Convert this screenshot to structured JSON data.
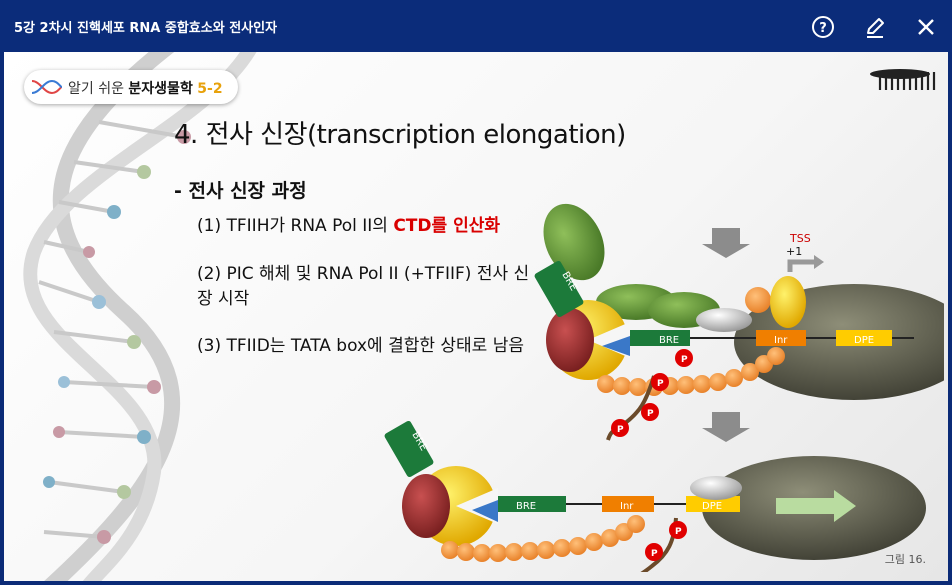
{
  "window": {
    "title": "5강 2차시 진핵세포 RNA 중합효소와 전사인자",
    "help_icon": "help-circle-icon",
    "edit_icon": "pencil-icon",
    "close_icon": "close-icon"
  },
  "badge": {
    "prefix": "알기 쉬운 ",
    "name": "분자생물학",
    "number": "5-2"
  },
  "slide": {
    "heading": "4. 전사 신장(transcription elongation)",
    "subheading": "- 전사 신장 과정",
    "items": [
      {
        "num": "(1)",
        "text_a": "TFIIH가 RNA Pol II의 ",
        "text_red": "CTD를 인산화"
      },
      {
        "num": "(2)",
        "text_a": "PIC  해체 및 RNA Pol II (+TFIIF) 전사 신장 시작"
      },
      {
        "num": "(3)",
        "text_a": "TFIID는 TATA box에 결합한 상태로 남음"
      }
    ],
    "figure_label": "그림 16."
  },
  "diagram": {
    "top": {
      "bre_u": "BRE",
      "bre_d": "BRE",
      "inr": "Inr",
      "dpe": "DPE",
      "tss": "TSS",
      "plus1": "+1",
      "p": "P"
    },
    "bottom": {
      "bre_u": "BRE",
      "bre_d": "BRE",
      "inr": "Inr",
      "dpe": "DPE",
      "p": "P"
    }
  }
}
